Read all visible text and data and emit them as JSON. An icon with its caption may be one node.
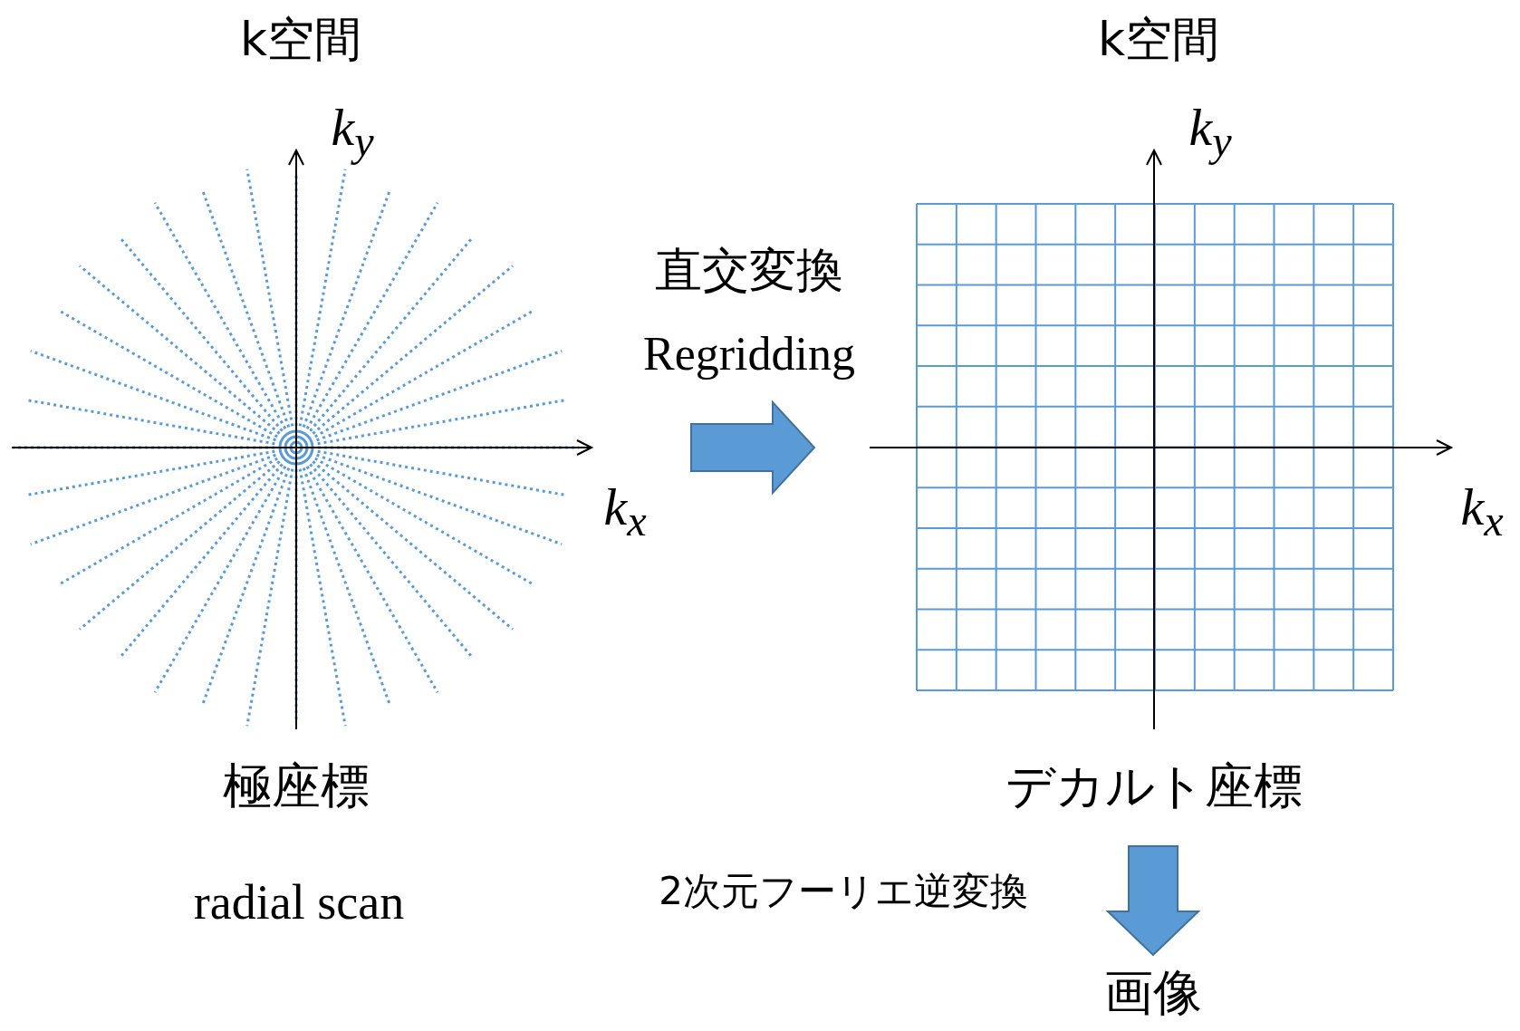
{
  "diagram": {
    "nodes": [
      {
        "text": [
          "k空間",
          "極座標",
          "radial scan"
        ]
      },
      {
        "text": [
          "k空間",
          "デカルト座標"
        ]
      },
      {
        "text": [
          "画像"
        ]
      }
    ],
    "edges": [
      {
        "from": 0,
        "to": 1,
        "arrow": "to",
        "label": "直交変換 Regridding"
      },
      {
        "from": 1,
        "to": 2,
        "arrow": "to",
        "label": "2次元フーリエ逆変換"
      }
    ],
    "labels": [
      "k$_{y}$",
      "k$_{x}$",
      "k$_{y}$",
      "k$_{x}$"
    ]
  }
}
